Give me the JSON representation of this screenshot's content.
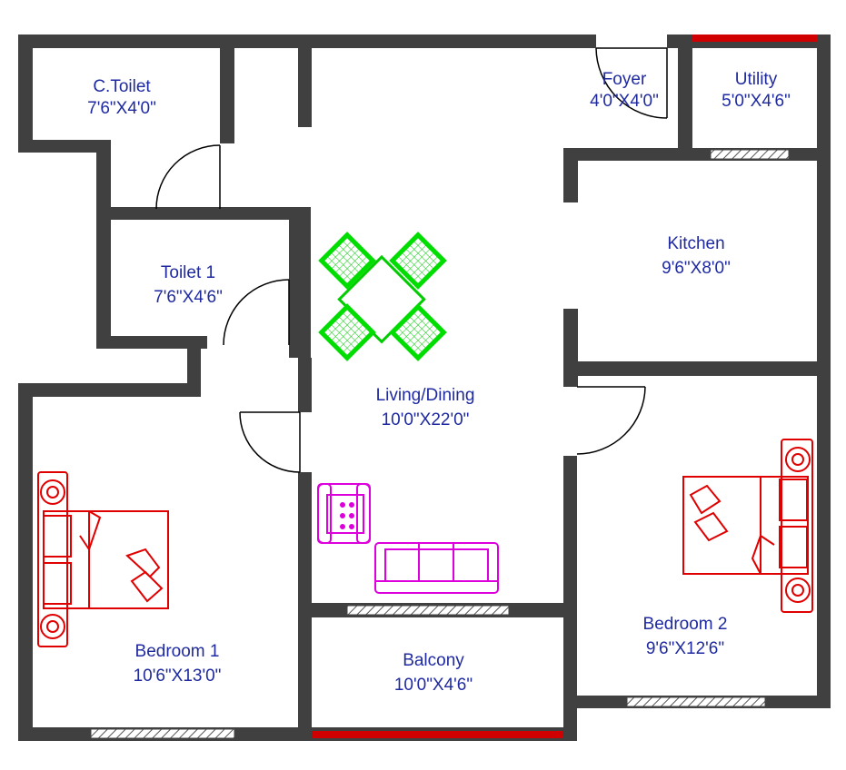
{
  "rooms": {
    "ctoilet": {
      "name": "C.Toilet",
      "size": "7'6\"X4'0\""
    },
    "foyer": {
      "name": "Foyer",
      "size": "4'0\"X4'0\""
    },
    "utility": {
      "name": "Utility",
      "size": "5'0\"X4'6\""
    },
    "kitchen": {
      "name": "Kitchen",
      "size": "9'6\"X8'0\""
    },
    "toilet1": {
      "name": "Toilet 1",
      "size": "7'6\"X4'6\""
    },
    "living": {
      "name": "Living/Dining",
      "size": "10'0\"X22'0\""
    },
    "bedroom1": {
      "name": "Bedroom 1",
      "size": "10'6\"X13'0\""
    },
    "balcony": {
      "name": "Balcony",
      "size": "10'0\"X4'6\""
    },
    "bedroom2": {
      "name": "Bedroom 2",
      "size": "9'6\"X12'6\""
    }
  },
  "colors": {
    "wall": "#404040",
    "label": "#1f2aa0",
    "bed": "#e00000",
    "dining": "#00dd00",
    "sofa": "#dd00dd",
    "glass": "#d00000"
  }
}
